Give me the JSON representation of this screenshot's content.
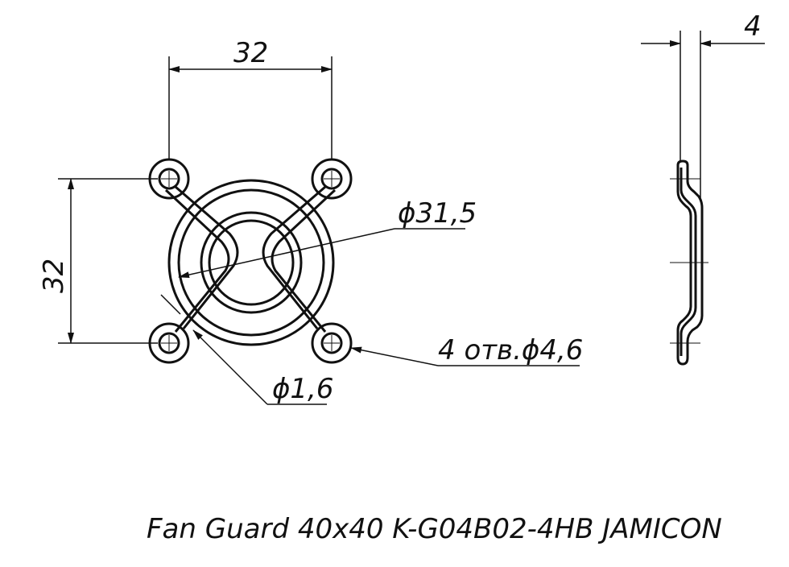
{
  "dimensions": {
    "top_width": "32",
    "left_height": "32",
    "ring_diameter": "ϕ31,5",
    "wire_diameter": "ϕ1,6",
    "holes": "4 отв.ϕ4,6",
    "thickness": "4"
  },
  "title": "Fan Guard 40x40 K-G04B02-4HB JAMICON"
}
